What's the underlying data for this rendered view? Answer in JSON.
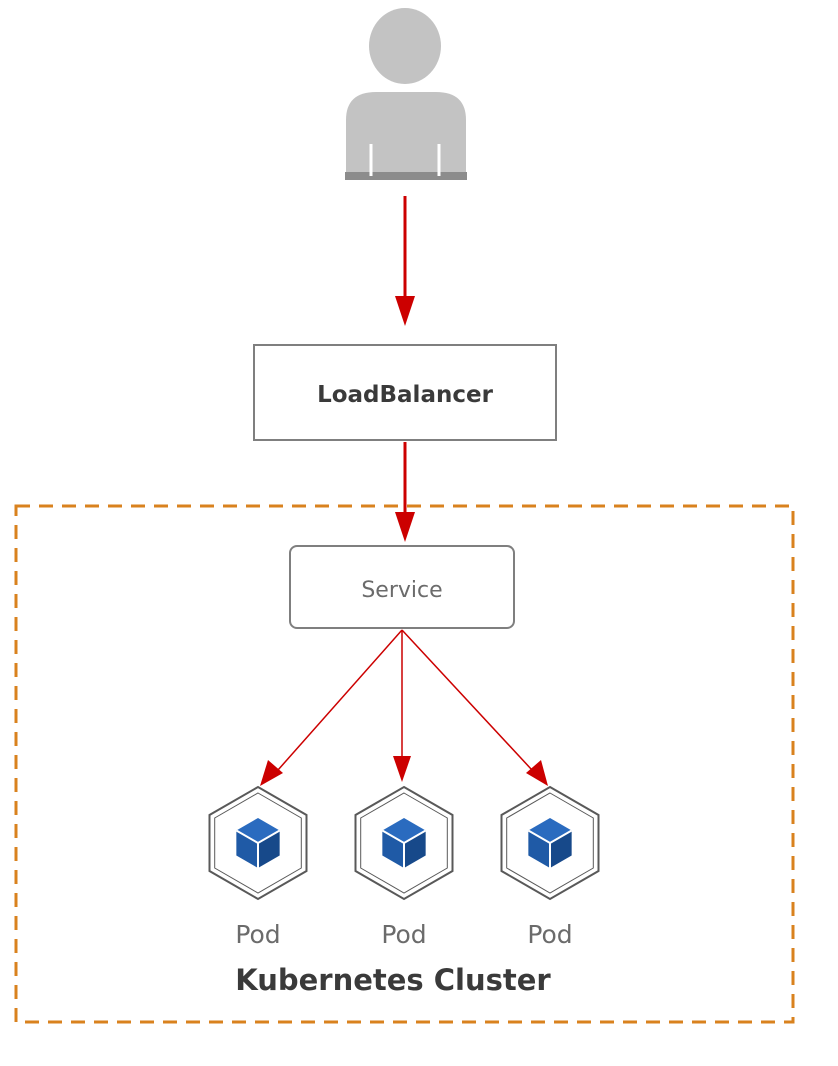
{
  "diagram": {
    "nodes": {
      "user": {
        "icon": "user-icon"
      },
      "loadbalancer": {
        "label": "LoadBalancer"
      },
      "service": {
        "label": "Service"
      },
      "pods": [
        {
          "label": "Pod",
          "icon": "pod-cube-icon"
        },
        {
          "label": "Pod",
          "icon": "pod-cube-icon"
        },
        {
          "label": "Pod",
          "icon": "pod-cube-icon"
        }
      ]
    },
    "cluster": {
      "label": "Kubernetes Cluster"
    },
    "edges": [
      {
        "from": "user",
        "to": "loadbalancer"
      },
      {
        "from": "loadbalancer",
        "to": "service"
      },
      {
        "from": "service",
        "to": "pod-1"
      },
      {
        "from": "service",
        "to": "pod-2"
      },
      {
        "from": "service",
        "to": "pod-3"
      }
    ],
    "colors": {
      "arrow": "#cc0000",
      "cluster_border": "#d9821e",
      "box_border": "#7f7f7f",
      "user_fill": "#c3c3c3",
      "user_base": "#8c8c8c",
      "pod_blue": "#1f5aa6",
      "pod_outline": "#595959",
      "text_bold": "#3a3a3a",
      "text_light": "#6b6b6b"
    }
  }
}
